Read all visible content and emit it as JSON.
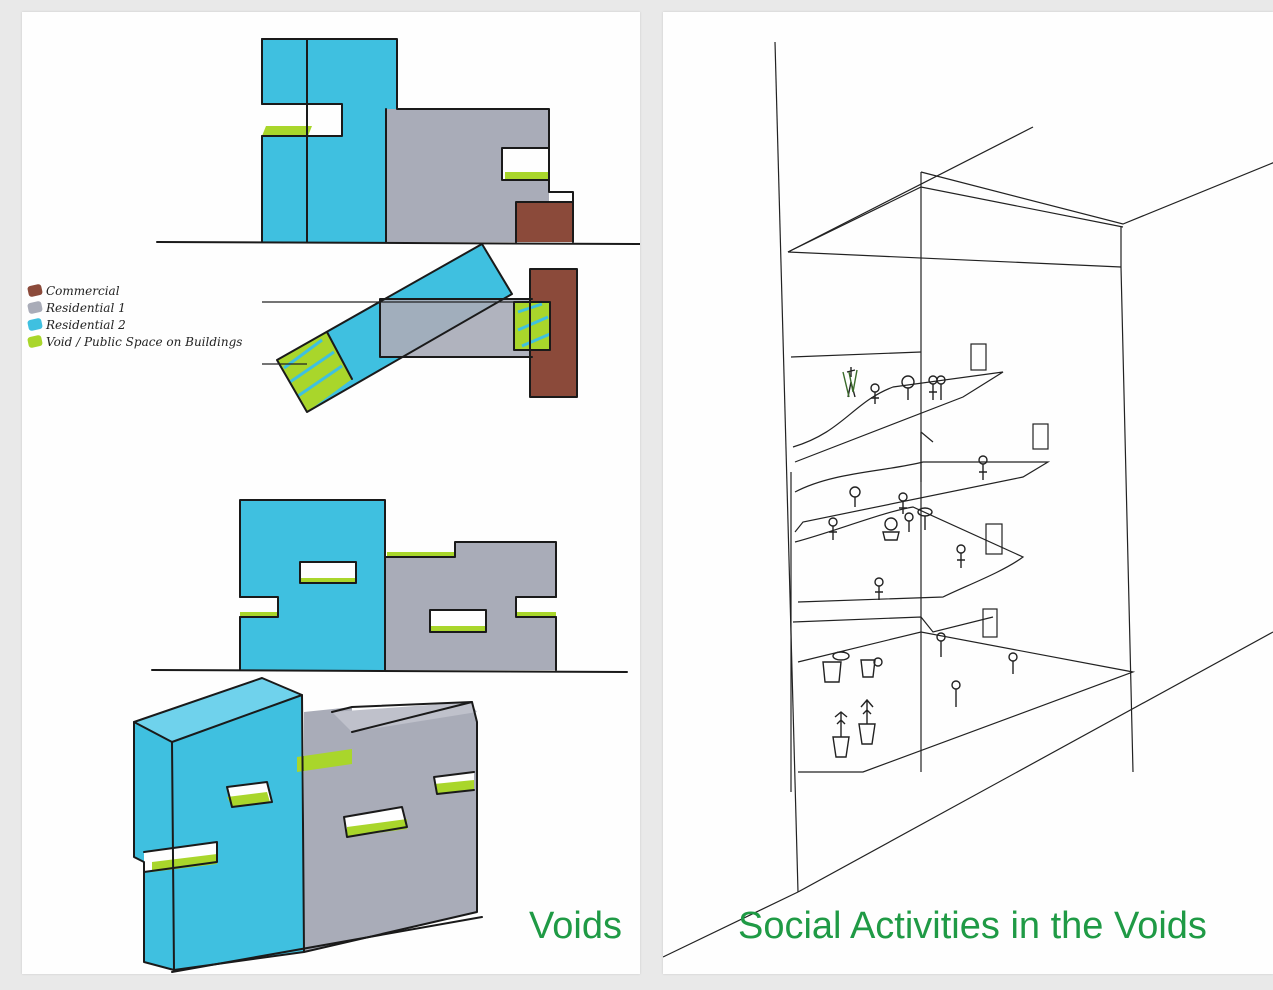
{
  "captions": {
    "left": "Voids",
    "right": "Social Activities in the Voids"
  },
  "legend": {
    "items": [
      {
        "label": "Commercial",
        "color": "#8b4a3a"
      },
      {
        "label": "Residential 1",
        "color": "#a9acb8"
      },
      {
        "label": "Residential 2",
        "color": "#3fc0e0"
      },
      {
        "label": "Void / Public Space on Buildings",
        "color": "#a9d62b"
      }
    ]
  },
  "colors": {
    "commercial": "#8b4a3a",
    "residential_1": "#a9acb8",
    "residential_2": "#3fc0e0",
    "void": "#a9d62b",
    "caption_green": "#1f9a45"
  }
}
